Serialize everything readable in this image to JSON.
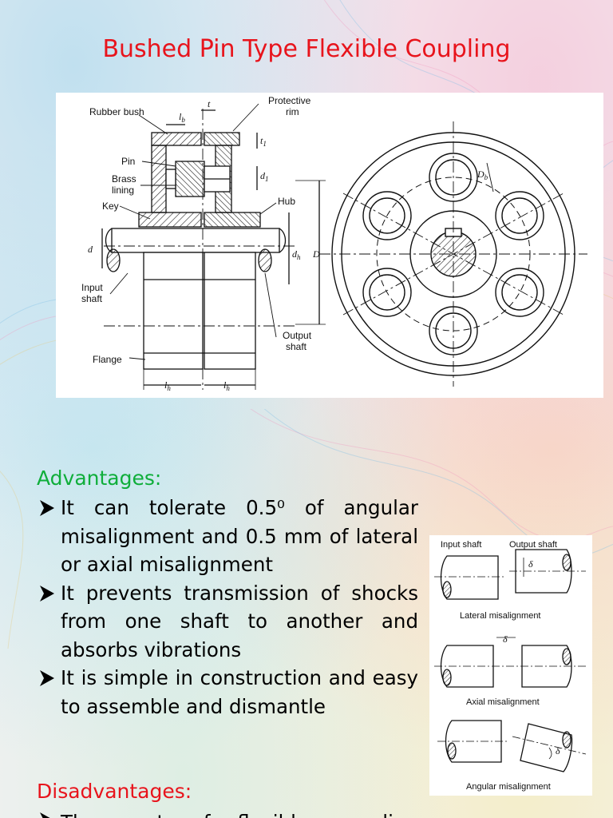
{
  "slide1": {
    "title": "Bushed Pin Type Flexible Coupling",
    "diagram_labels": {
      "rubber_bush": "Rubber bush",
      "protective_rim_line1": "Protective",
      "protective_rim_line2": "rim",
      "pin": "Pin",
      "brass_line1": "Brass",
      "brass_line2": "lining",
      "key": "Key",
      "hub": "Hub",
      "input_line1": "Input",
      "input_line2": "shaft",
      "output_line1": "Output",
      "output_line2": "shaft",
      "flange": "Flange",
      "sym_lb": "l",
      "sym_lb_sub": "b",
      "sym_t": "t",
      "sym_t1": "t",
      "sym_t1_sub": "1",
      "sym_d1": "d",
      "sym_d1_sub": "1",
      "sym_d": "d",
      "sym_dh": "d",
      "sym_dh_sub": "h",
      "sym_D": "D",
      "sym_Db": "D",
      "sym_Db_sub": "b",
      "sym_lh": "l",
      "sym_lh_sub": "h"
    }
  },
  "slide2": {
    "advantages_heading": "Advantages:",
    "advantages": [
      "It can tolerate 0.5⁰ of angular misalignment and 0.5 mm of lateral or axial misalignment",
      "It prevents transmission of shocks from one shaft to another and absorbs vibrations",
      "It is simple in construction and easy to assemble and dismantle"
    ],
    "disadvantages_heading": "Disadvantages:",
    "disadvantages_partial": "The cost of flexible coupling",
    "misalignment_labels": {
      "input_shaft": "Input shaft",
      "output_shaft": "Output shaft",
      "delta": "δ",
      "lateral": "Lateral misalignment",
      "axial": "Axial misalignment",
      "angular": "Angular misalignment"
    }
  },
  "colors": {
    "title_red": "#e8141c",
    "advantages_green": "#0fae3a",
    "text_black": "#000000"
  }
}
